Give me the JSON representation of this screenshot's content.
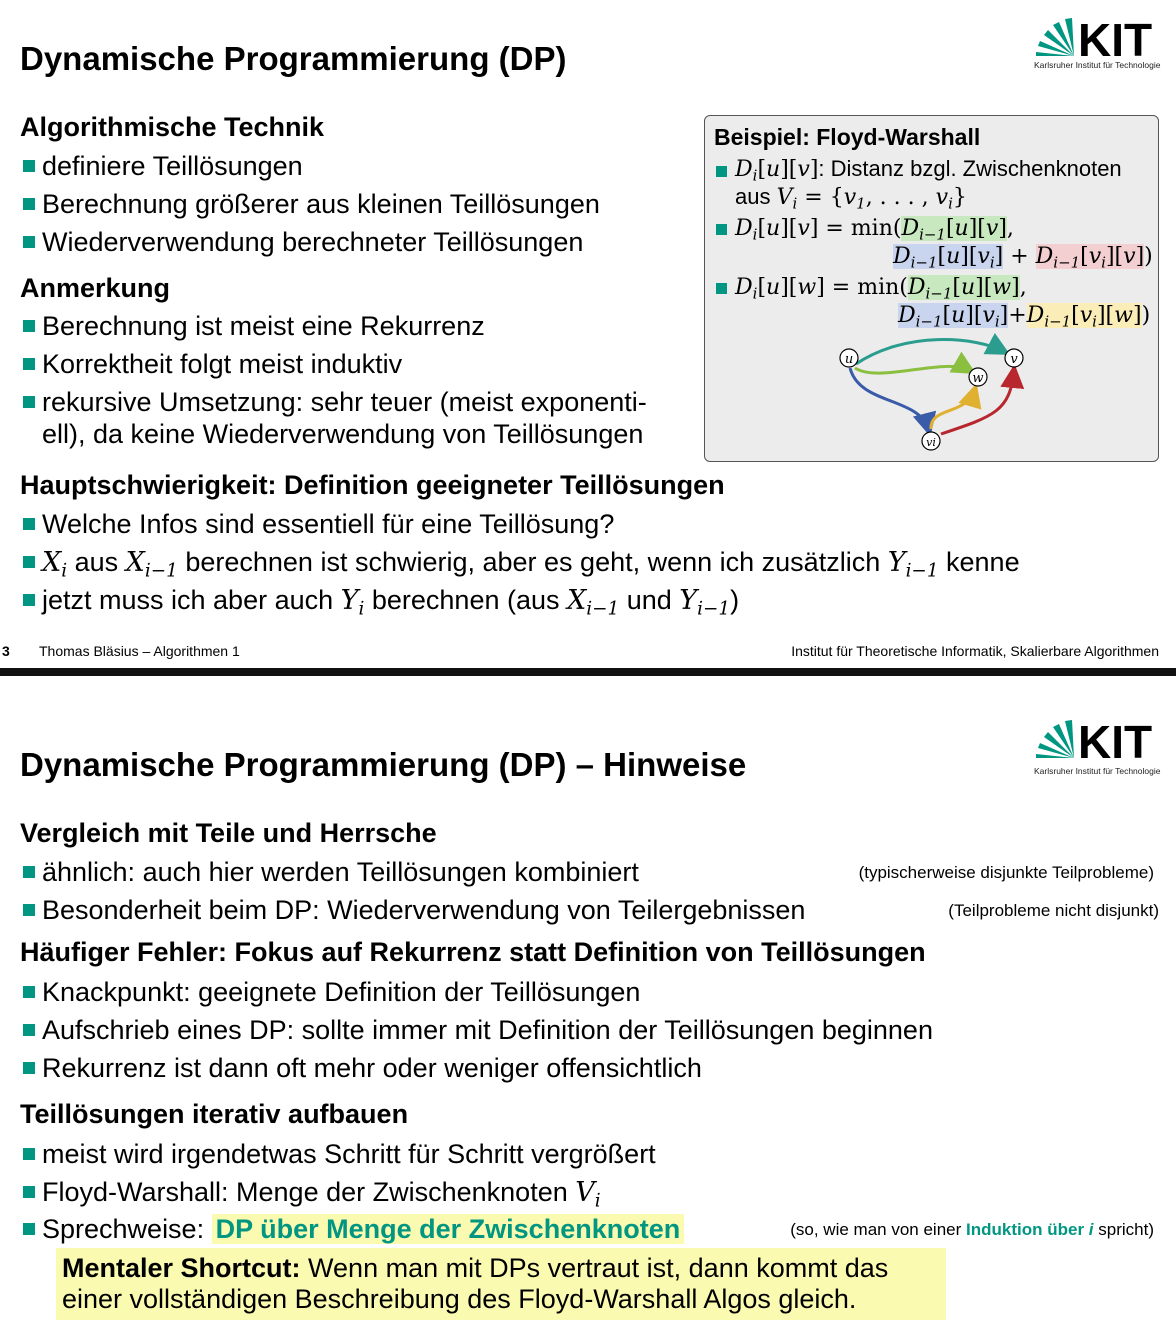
{
  "slide1": {
    "title": "Dynamische Programmierung (DP)",
    "logo": {
      "wordmark": "KIT",
      "subtitle": "Karlsruher Institut für Technologie"
    },
    "sections": [
      {
        "heading": "Algorithmische Technik",
        "items": [
          "definiere Teillösungen",
          "Berechnung größerer aus kleinen Teillösungen",
          "Wiederverwendung berechneter Teillösungen"
        ]
      },
      {
        "heading": "Anmerkung",
        "items": [
          "Berechnung ist meist eine Rekurrenz",
          "Korrektheit folgt meist induktiv",
          "rekursive Umsetzung: sehr teuer (meist exponenti-",
          "ell), da keine Wiederverwendung von Teillösungen"
        ]
      },
      {
        "heading": "Hauptschwierigkeit: Definition geeigneter Teillösungen",
        "items": [
          "Welche Infos sind essentiell für eine Teillösung?",
          "berechnen ist schwierig, aber es geht, wenn ich zusätzlich",
          "kenne",
          "jetzt muss ich aber auch",
          "berechnen (aus",
          "und"
        ]
      }
    ],
    "example_box": {
      "title": "Beispiel: Floyd-Warshall",
      "line1_text": ": Distanz bzgl. Zwischenknoten",
      "line1b_text": "aus",
      "nodes": [
        "u",
        "v",
        "w",
        "vi"
      ]
    },
    "footer": {
      "page": "3",
      "author": "Thomas Bläsius – Algorithmen 1",
      "institute": "Institut für Theoretische Informatik, Skalierbare Algorithmen"
    }
  },
  "slide2": {
    "title": "Dynamische Programmierung (DP) – Hinweise",
    "logo": {
      "wordmark": "KIT",
      "subtitle": "Karlsruher Institut für Technologie"
    },
    "sections": [
      {
        "heading": "Vergleich mit Teile und Herrsche",
        "items": [
          "ähnlich: auch hier werden Teillösungen kombiniert",
          "Besonderheit beim DP: Wiederverwendung von Teilergebnissen"
        ],
        "notes": [
          "(typischerweise disjunkte Teilprobleme)",
          "(Teilprobleme nicht disjunkt)"
        ]
      },
      {
        "heading": "Häufiger Fehler: Fokus auf Rekurrenz statt Definition von Teillösungen",
        "items": [
          "Knackpunkt: geeignete Definition der Teillösungen",
          "Aufschrieb eines DP: sollte immer mit Definition der Teillösungen beginnen",
          "Rekurrenz ist dann oft mehr oder weniger offensichtlich"
        ]
      },
      {
        "heading": "Teillösungen iterativ aufbauen",
        "items": [
          "meist wird irgendetwas Schritt für Schritt vergrößert",
          "Floyd-Warshall: Menge der Zwischenknoten",
          "Sprechweise:"
        ]
      }
    ],
    "highlight_phrase": "DP über Menge der Zwischenknoten",
    "side_note": {
      "prefix": "(so, wie man von einer",
      "highlight": "Induktion über",
      "var": "i",
      "suffix": "spricht)"
    },
    "shortcut": {
      "label": "Mentaler Shortcut:",
      "line1": "Wenn man mit DPs vertraut ist, dann kommt das",
      "line2": "einer vollständigen Beschreibung des Floyd-Warshall Algos gleich."
    }
  },
  "colors": {
    "kit_green": "#009682",
    "highlight_yellow": "#fafab0",
    "box_gray": "#ececec",
    "edge_teal": "#2a9d8f",
    "edge_green": "#8bbf3f",
    "edge_blue": "#3a5ba8",
    "edge_yellow": "#e0b030",
    "edge_red": "#b8262e"
  }
}
